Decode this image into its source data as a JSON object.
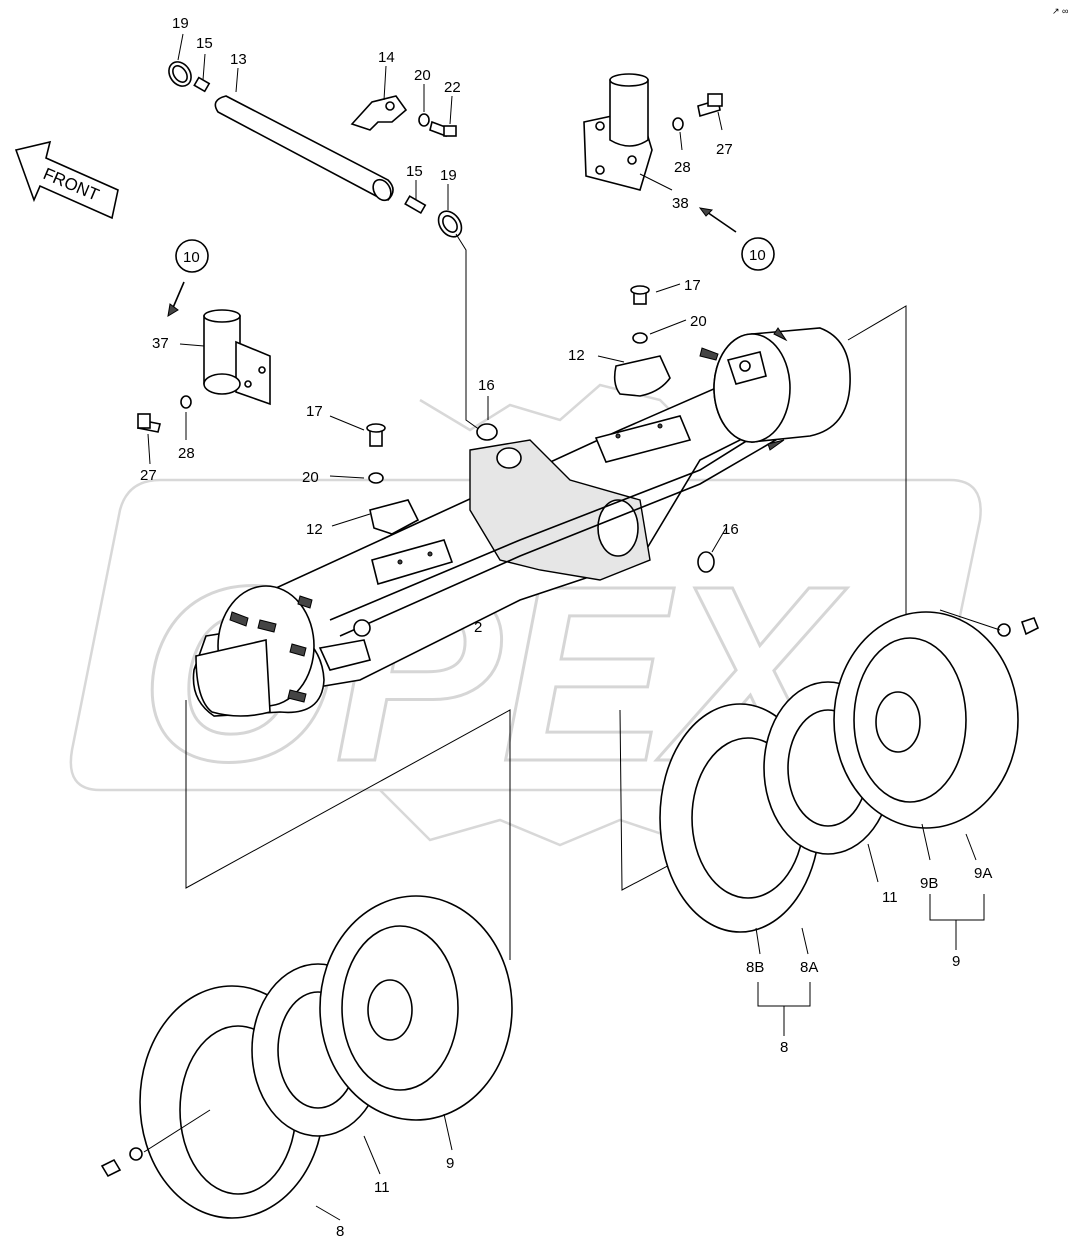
{
  "watermark": "OPEX",
  "front_label": "FRONT",
  "corner_mark": "↗ ∞",
  "labels": {
    "l19a": "19",
    "l15a": "15",
    "l13": "13",
    "l14": "14",
    "l20a": "20",
    "l22": "22",
    "l15b": "15",
    "l19b": "19",
    "l28a": "28",
    "l27a": "27",
    "l38": "38",
    "l10a": "10",
    "l10b": "10",
    "l37": "37",
    "l28b": "28",
    "l27b": "27",
    "l17a": "17",
    "l20b": "20",
    "l12a": "12",
    "l16a": "16",
    "l17b": "17",
    "l20c": "20",
    "l12b": "12",
    "l16b": "16",
    "l2": "2",
    "l11a": "11",
    "l9a": "9A",
    "l9b": "9B",
    "l9": "9",
    "l8a": "8A",
    "l8b": "8B",
    "l8": "8",
    "l11b": "11",
    "l9c": "9",
    "l8c": "8"
  }
}
